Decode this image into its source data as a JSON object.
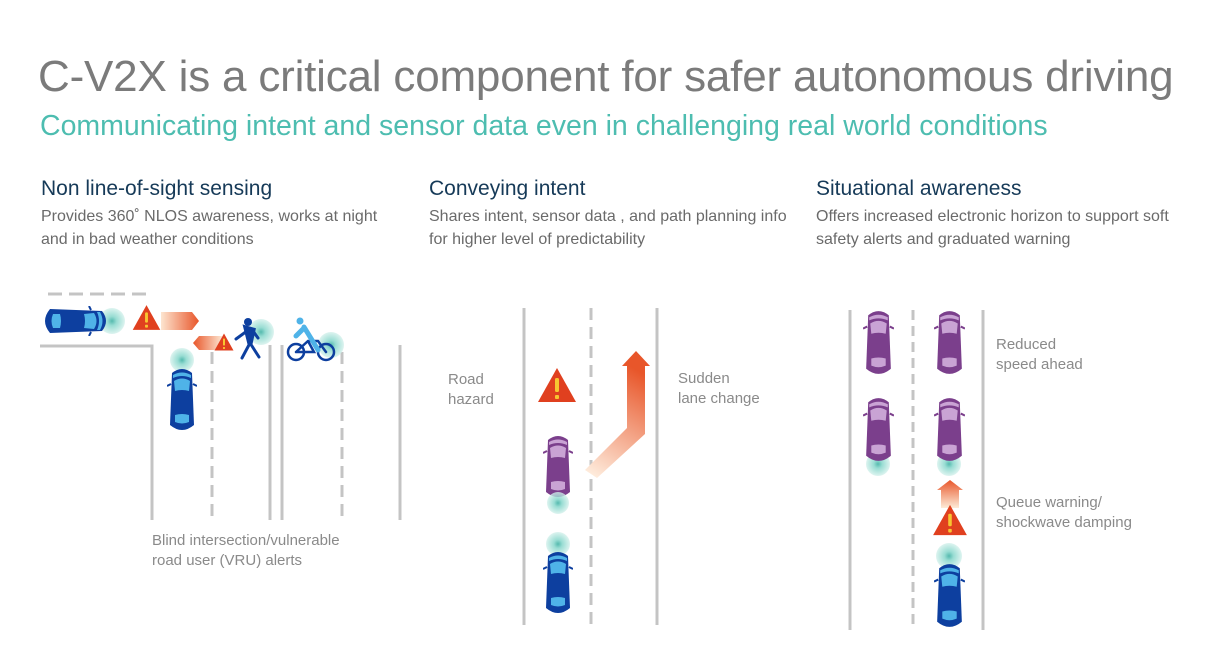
{
  "header": {
    "title": "C-V2X is a critical component for safer autonomous driving",
    "subtitle": "Communicating intent and sensor data even in challenging real world conditions"
  },
  "sections": [
    {
      "heading": "Non line-of-sight sensing",
      "description": "Provides 360˚ NLOS awareness, works at night and in bad weather conditions",
      "labels": [
        "Blind intersection/vulnerable",
        "road user (VRU) alerts"
      ]
    },
    {
      "heading": "Conveying intent",
      "description": "Shares intent, sensor data , and path planning info for higher level of predictability",
      "labels": [
        "Road",
        "hazard",
        "Sudden",
        "lane change"
      ]
    },
    {
      "heading": "Situational awareness",
      "description": "Offers increased electronic horizon to support soft safety alerts and graduated warning",
      "labels": [
        "Reduced",
        "speed ahead",
        "Queue warning/",
        "shockwave damping"
      ]
    }
  ],
  "colors": {
    "title": "#7b7b7b",
    "subtitle": "#4dbdb0",
    "heading": "#163a58",
    "car_blue": "#0d3f9f",
    "car_purple": "#7b3f8c",
    "warning": "#e0401f",
    "signal": "#7fd4c8"
  },
  "icons": [
    "car-icon",
    "warning-icon",
    "pedestrian-icon",
    "cyclist-icon",
    "signal-icon",
    "arrow-icon"
  ]
}
